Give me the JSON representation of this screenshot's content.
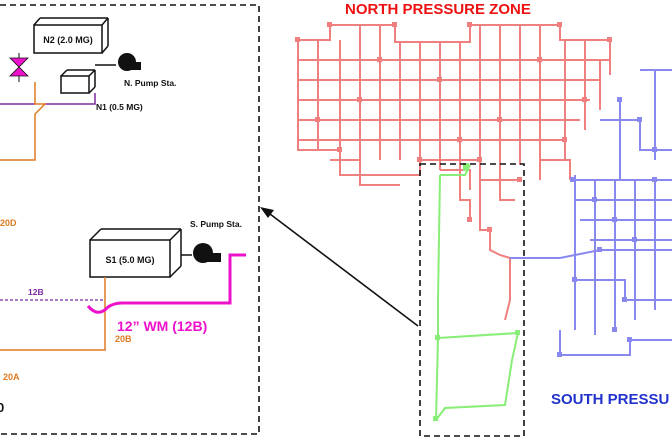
{
  "schematic": {
    "tank_n2": "N2 (2.0 MG)",
    "tank_n1": "N1 (0.5 MG)",
    "tank_s1": "S1 (5.0 MG)",
    "north_pump": "N. Pump Sta.",
    "south_pump": "S. Pump Sta.",
    "pipe_20d": "20D",
    "pipe_12b": "12B",
    "pipe_20b": "20B",
    "pipe_20a": "20A",
    "wm_label": "12” WM (12B)",
    "edge_glyph": "0"
  },
  "map": {
    "north_zone": "NORTH PRESSURE ZONE",
    "south_zone": "SOUTH PRESSU"
  },
  "colors": {
    "north_network": "#f08080",
    "south_network": "#8888ee",
    "highlight_network": "#88ee77",
    "magenta_main": "#ee11cc",
    "orange_pipe": "#dd7a22",
    "purple_pipe": "#7a2aa0",
    "north_label": "#ee1111",
    "south_label": "#2233cc"
  }
}
